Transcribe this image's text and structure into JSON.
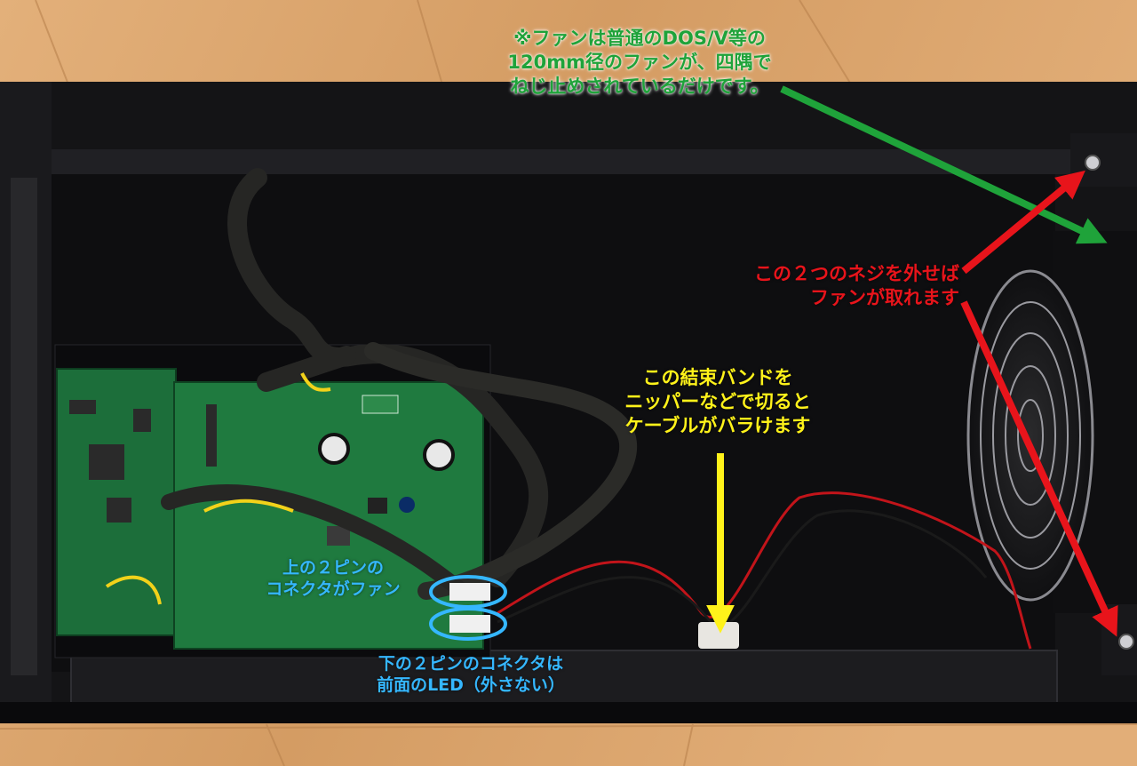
{
  "colors": {
    "floor": "#d9a46e",
    "case": "#141416",
    "pcb": "#1f7a3f",
    "green_note": "#1fa33a",
    "red_note": "#e8141b",
    "yellow_note": "#fff21a",
    "blue_note": "#35b7ff"
  },
  "annotations": {
    "fan_note": {
      "line1": "※ファンは普通のDOS/V等の",
      "line2": "120mm径のファンが、四隅で",
      "line3": "ねじ止めされているだけです。"
    },
    "screw_note": {
      "line1": "この２つのネジを外せば",
      "line2": "ファンが取れます"
    },
    "tie_note": {
      "line1": "この結束バンドを",
      "line2": "ニッパーなどで切ると",
      "line3": "ケーブルがバラけます"
    },
    "upper_connector_note": {
      "line1": "上の２ピンの",
      "line2": "コネクタがファン"
    },
    "lower_connector_note": {
      "line1": "下の２ピンのコネクタは",
      "line2": "前面のLED（外さない）"
    }
  },
  "icons": [
    "arrow-icon",
    "highlight-ellipse-icon",
    "screw-icon",
    "fan-grill-icon"
  ]
}
